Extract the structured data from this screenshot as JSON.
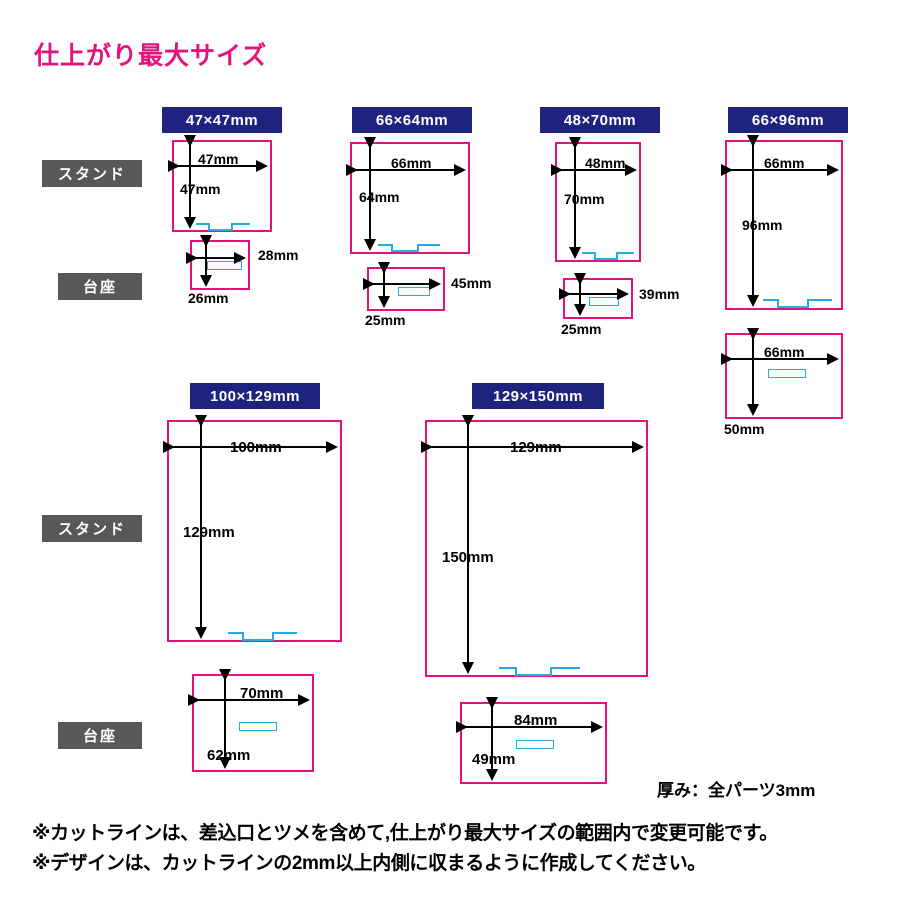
{
  "title": "仕上がり最大サイズ",
  "accent_colors": {
    "title_pink": "#e5127d",
    "cut_line_pink": "#e5127d",
    "badge_navy": "#1f2380",
    "label_grey": "#595757",
    "slot_cyan": "#29abe2"
  },
  "row_labels": {
    "stand": "スタンド",
    "base": "台座"
  },
  "groups": [
    {
      "badge": "47×47mm",
      "stand": {
        "width_label": "47mm",
        "height_label": "47mm"
      },
      "base": {
        "width_label": "26mm",
        "height_label": "28mm"
      }
    },
    {
      "badge": "66×64mm",
      "stand": {
        "width_label": "66mm",
        "height_label": "64mm"
      },
      "base": {
        "width_label": "25mm",
        "height_label": "45mm"
      }
    },
    {
      "badge": "48×70mm",
      "stand": {
        "width_label": "48mm",
        "height_label": "70mm"
      },
      "base": {
        "width_label": "25mm",
        "height_label": "39mm"
      }
    },
    {
      "badge": "66×96mm",
      "stand": {
        "width_label": "66mm",
        "height_label": "96mm"
      },
      "base": {
        "width_label": "66mm",
        "height_label": "50mm"
      }
    },
    {
      "badge": "100×129mm",
      "stand": {
        "width_label": "100mm",
        "height_label": "129mm"
      },
      "base": {
        "width_label": "70mm",
        "height_label": "62mm"
      }
    },
    {
      "badge": "129×150mm",
      "stand": {
        "width_label": "129mm",
        "height_label": "150mm"
      },
      "base": {
        "width_label": "84mm",
        "height_label": "49mm"
      }
    }
  ],
  "thickness_note": "厚み：全パーツ3mm",
  "notes": [
    "※カットラインは、差込口とツメを含めて,仕上がり最大サイズの範囲内で変更可能です。",
    "※デザインは、カットラインの2mm以上内側に収まるように作成してください。"
  ]
}
